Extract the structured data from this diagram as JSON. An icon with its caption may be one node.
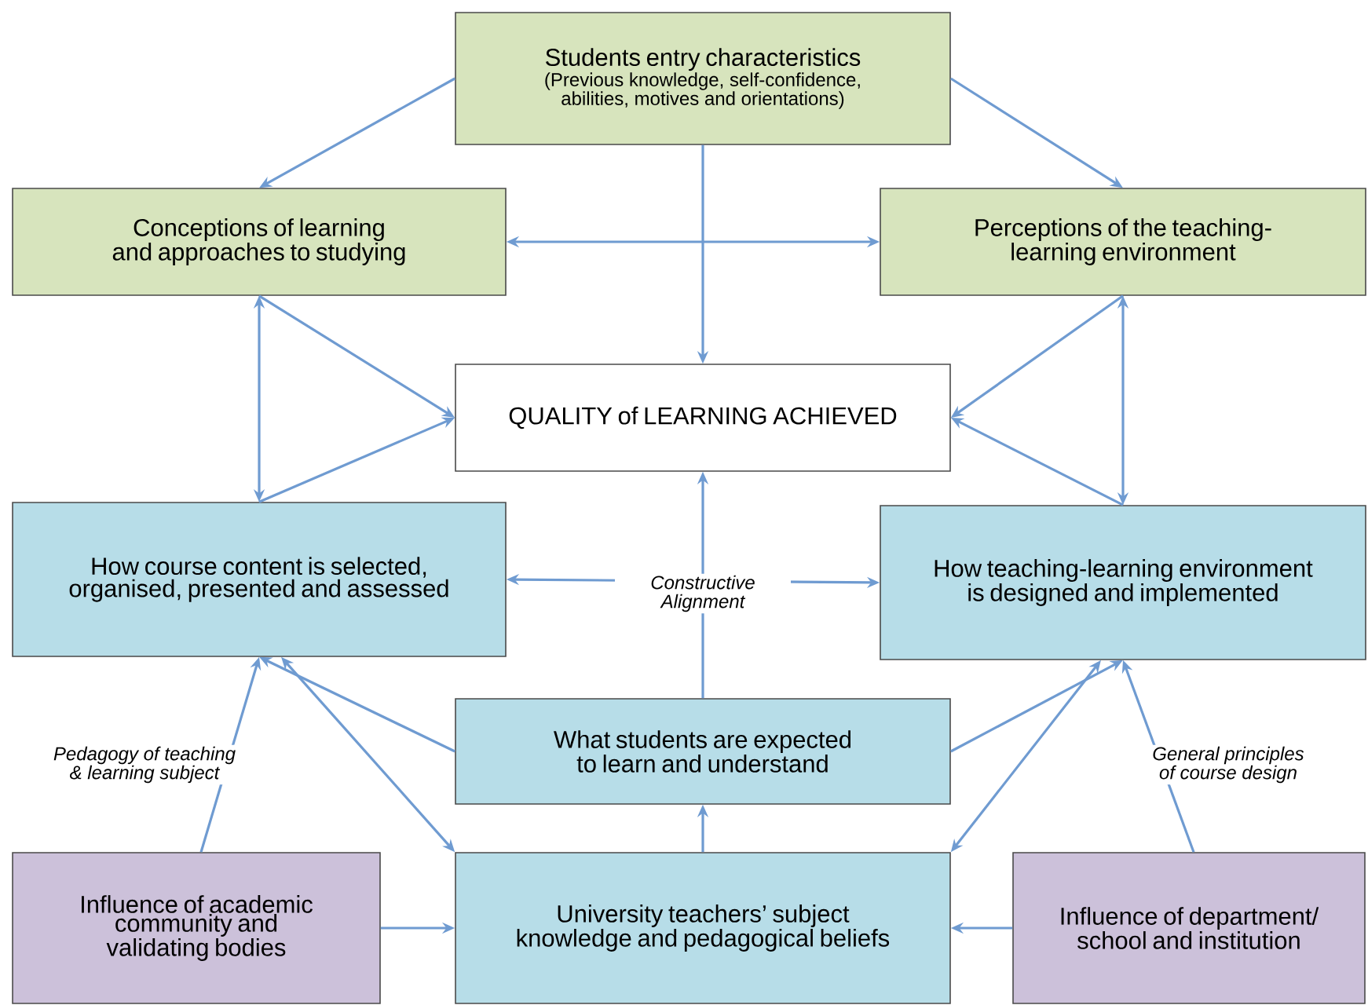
{
  "diagram": {
    "nodes": [
      {
        "text": [
          "Students entry characteristics",
          "(Previous knowledge, self-confidence, abilities, motives and orientations)"
        ]
      },
      {
        "text": [
          "Conceptions of learning and approaches to studying"
        ]
      },
      {
        "text": [
          "Perceptions of the teaching-learning environment"
        ]
      },
      {
        "text": [
          "QUALITY of LEARNING ACHIEVED"
        ]
      },
      {
        "text": [
          "How course content is selected, organised, presented and assessed"
        ]
      },
      {
        "text": [
          "How teaching-learning environment is designed and implemented"
        ]
      },
      {
        "text": [
          "What students are expected to learn and understand"
        ]
      },
      {
        "text": [
          "University teachers’ subject knowledge and pedagogical beliefs"
        ]
      },
      {
        "text": [
          "Influence of academic community and validating bodies"
        ]
      },
      {
        "text": [
          "Influence of department/ school and institution"
        ]
      }
    ],
    "edges": [
      {
        "from": 0,
        "to": 1,
        "arrow": "to"
      },
      {
        "from": 0,
        "to": 2,
        "arrow": "to"
      },
      {
        "from": 0,
        "to": 3,
        "arrow": "to"
      },
      {
        "from": 1,
        "to": 2,
        "arrow": "both"
      },
      {
        "from": 1,
        "to": 4,
        "arrow": "both"
      },
      {
        "from": 1,
        "to": 3,
        "arrow": "to"
      },
      {
        "from": 4,
        "to": 3,
        "arrow": "to"
      },
      {
        "from": 2,
        "to": 3,
        "arrow": "to"
      },
      {
        "from": 5,
        "to": 3,
        "arrow": "to"
      },
      {
        "from": 2,
        "to": 5,
        "arrow": "both"
      },
      {
        "from": 4,
        "to": 5,
        "arrow": "both",
        "label": "Constructive Alignment"
      },
      {
        "from": 6,
        "to": 3,
        "arrow": "to"
      },
      {
        "from": 6,
        "to": 4,
        "arrow": "to"
      },
      {
        "from": 6,
        "to": 5,
        "arrow": "to"
      },
      {
        "from": 4,
        "to": 7,
        "arrow": "both"
      },
      {
        "from": 5,
        "to": 7,
        "arrow": "both"
      },
      {
        "from": 7,
        "to": 6,
        "arrow": "to"
      },
      {
        "from": 8,
        "to": 7,
        "arrow": "to"
      },
      {
        "from": 9,
        "to": 7,
        "arrow": "to"
      },
      {
        "from": 8,
        "to": 4,
        "arrow": "to",
        "label": "Pedagogy of teaching & learning subject"
      },
      {
        "from": 9,
        "to": 5,
        "arrow": "to",
        "label": "General principles of course design"
      }
    ]
  }
}
